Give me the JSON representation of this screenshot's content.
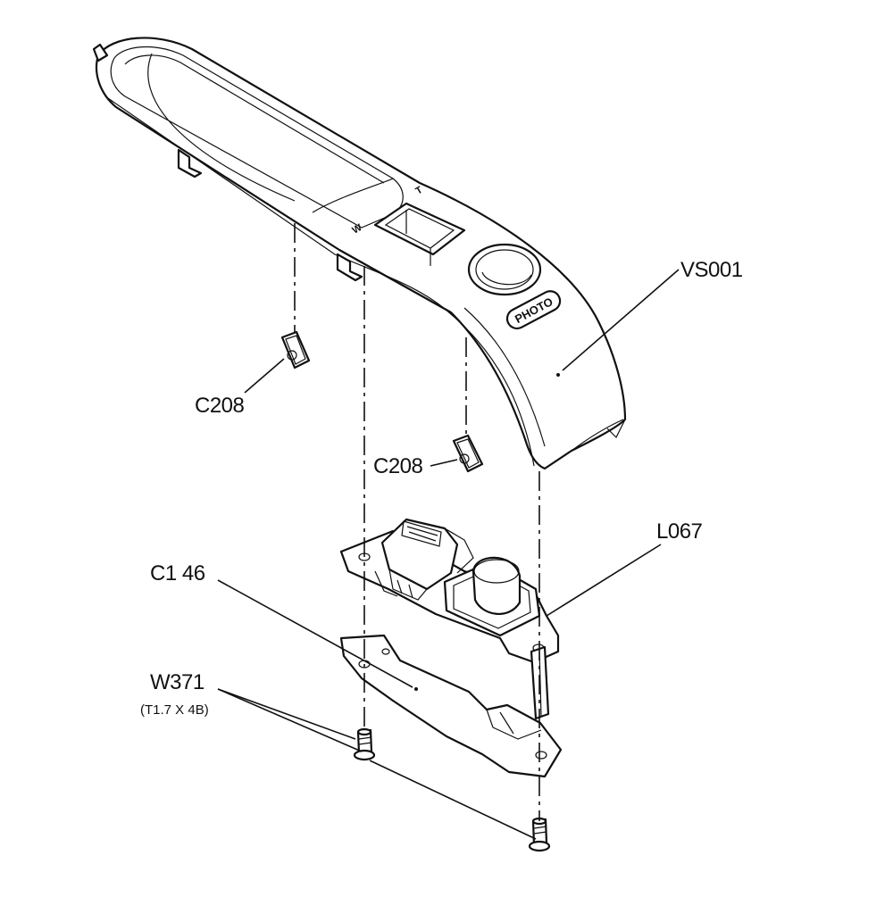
{
  "labels": {
    "vs001": "VS001",
    "c208_left": "C208",
    "c208_right": "C208",
    "l067": "L067",
    "c146": "C1 46",
    "w371": "W371",
    "w371_spec": "(T1.7 X 4B)"
  },
  "markings": {
    "photo_button": "PHOTO",
    "zoom_tele": "T",
    "zoom_wide": "W"
  }
}
